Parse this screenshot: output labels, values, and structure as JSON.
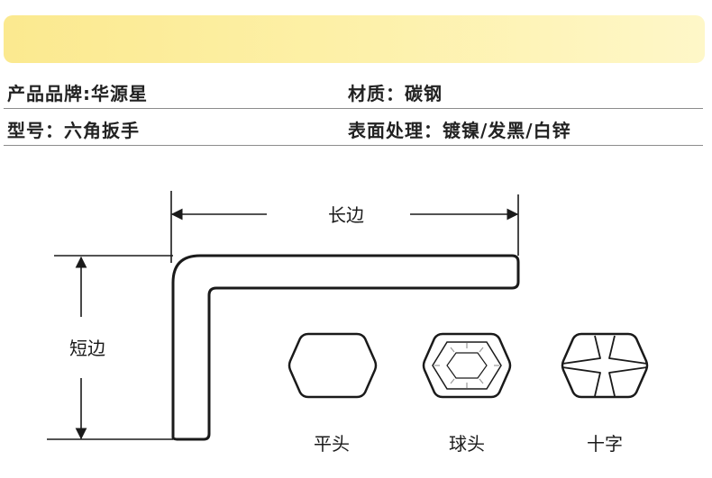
{
  "specs": {
    "rows": [
      {
        "left": "产品品牌:华源星",
        "right": "材质：碳钢"
      },
      {
        "left": "型号：六角扳手",
        "right": "表面处理：镀镍/发黑/白锌"
      }
    ]
  },
  "diagram": {
    "long_side_label": "长边",
    "short_side_label": "短边",
    "tips": [
      {
        "label": "平头"
      },
      {
        "label": "球头"
      },
      {
        "label": "十字"
      }
    ]
  }
}
